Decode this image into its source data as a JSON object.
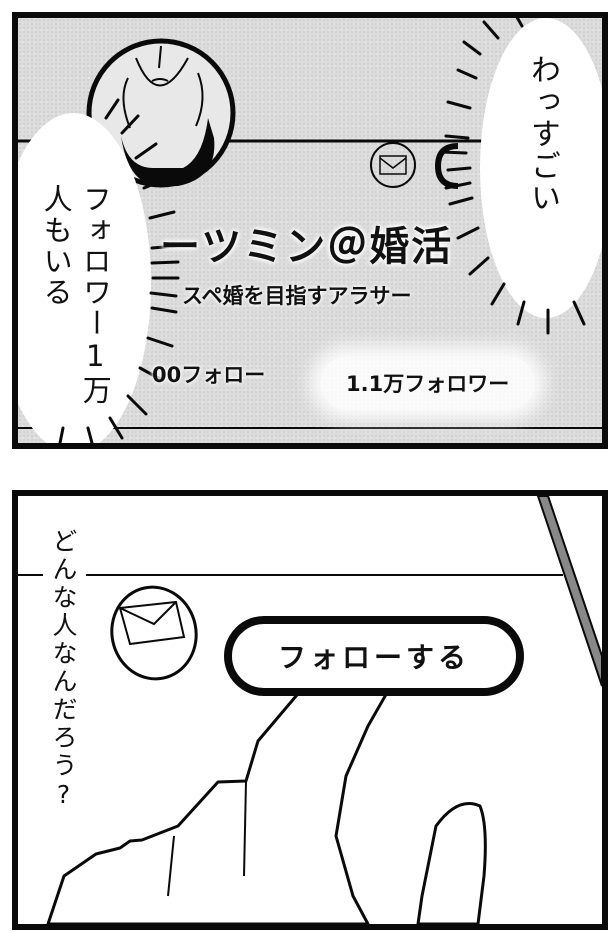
{
  "panel1": {
    "profile": {
      "display_name": "ーツミン＠婚活",
      "bio": "スペ婚を目指すアラサー",
      "following_count": "00フォロー",
      "followers_count": "1.1万フォロワー",
      "avatar_icon": "woman-portrait-avatar",
      "message_icon": "envelope-icon"
    },
    "speech": {
      "right_bubble": "わっすごい",
      "left_bubble": "フォロワー1万人もいる"
    }
  },
  "panel2": {
    "follow_button_label": "フォローする",
    "message_icon": "envelope-icon",
    "thought": "どんな人なんだろう?",
    "hand_icon": "pointing-finger"
  },
  "colors": {
    "ink": "#0a0a0a",
    "screen_gray": "#dcdcdc",
    "paper": "#ffffff",
    "phone_edge": "#888888"
  }
}
